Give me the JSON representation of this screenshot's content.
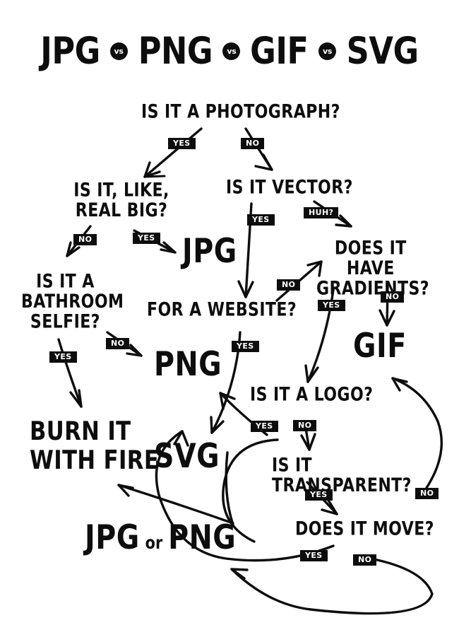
{
  "title": {
    "words": [
      "JPG",
      "PNG",
      "GIF",
      "SVG"
    ],
    "separator": "vs",
    "full": "JPG vs PNG vs GIF vs SVG"
  },
  "colors": {
    "ink": "#0d0d0d",
    "background": "#ffffff",
    "chip_text": "#ffffff"
  },
  "nodes": {
    "photograph": "IS IT A PHOTOGRAPH?",
    "real_big": "IS IT, LIKE,\nREAL BIG?",
    "bathroom_selfie": "IS IT A\nBATHROOM\nSELFIE?",
    "vector": "IS IT VECTOR?",
    "gradients": "DOES IT HAVE\nGRADIENTS?",
    "for_website": "FOR A WEBSITE?",
    "logo": "IS IT A LOGO?",
    "transparent": "IS IT TRANSPARENT?",
    "move": "DOES IT MOVE?"
  },
  "results": {
    "jpg": "JPG",
    "png": "PNG",
    "gif": "GIF",
    "svg": "SVG",
    "burn": "BURN IT\nWITH FIRE",
    "jpg_or_png_first": "JPG",
    "jpg_or_png_or": "or",
    "jpg_or_png_second": "PNG"
  },
  "labels": {
    "yes": "YES",
    "no": "NO",
    "huh": "HUH?"
  },
  "edges": [
    {
      "from": "photograph",
      "label": "YES",
      "to": "real_big"
    },
    {
      "from": "photograph",
      "label": "NO",
      "to": "vector"
    },
    {
      "from": "real_big",
      "label": "NO",
      "to": "bathroom_selfie"
    },
    {
      "from": "real_big",
      "label": "YES",
      "to": "jpg"
    },
    {
      "from": "bathroom_selfie",
      "label": "YES",
      "to": "burn"
    },
    {
      "from": "bathroom_selfie",
      "label": "NO",
      "to": "png"
    },
    {
      "from": "vector",
      "label": "YES",
      "to": "for_website"
    },
    {
      "from": "vector",
      "label": "HUH?",
      "to": "gradients"
    },
    {
      "from": "gradients",
      "label": "NO",
      "to": "gif"
    },
    {
      "from": "gradients",
      "label": "YES",
      "to": "logo"
    },
    {
      "from": "for_website",
      "label": "YES",
      "to": "svg"
    },
    {
      "from": "for_website",
      "label": "NO",
      "to": "gradients"
    },
    {
      "from": "logo",
      "label": "YES",
      "to": "svg"
    },
    {
      "from": "logo",
      "label": "NO",
      "to": "transparent"
    },
    {
      "from": "transparent",
      "label": "YES",
      "to": "move"
    },
    {
      "from": "transparent",
      "label": "NO",
      "to": "gif"
    },
    {
      "from": "move",
      "label": "YES",
      "to": "gif"
    },
    {
      "from": "move",
      "label": "NO",
      "to": "jpg_or_png"
    }
  ]
}
